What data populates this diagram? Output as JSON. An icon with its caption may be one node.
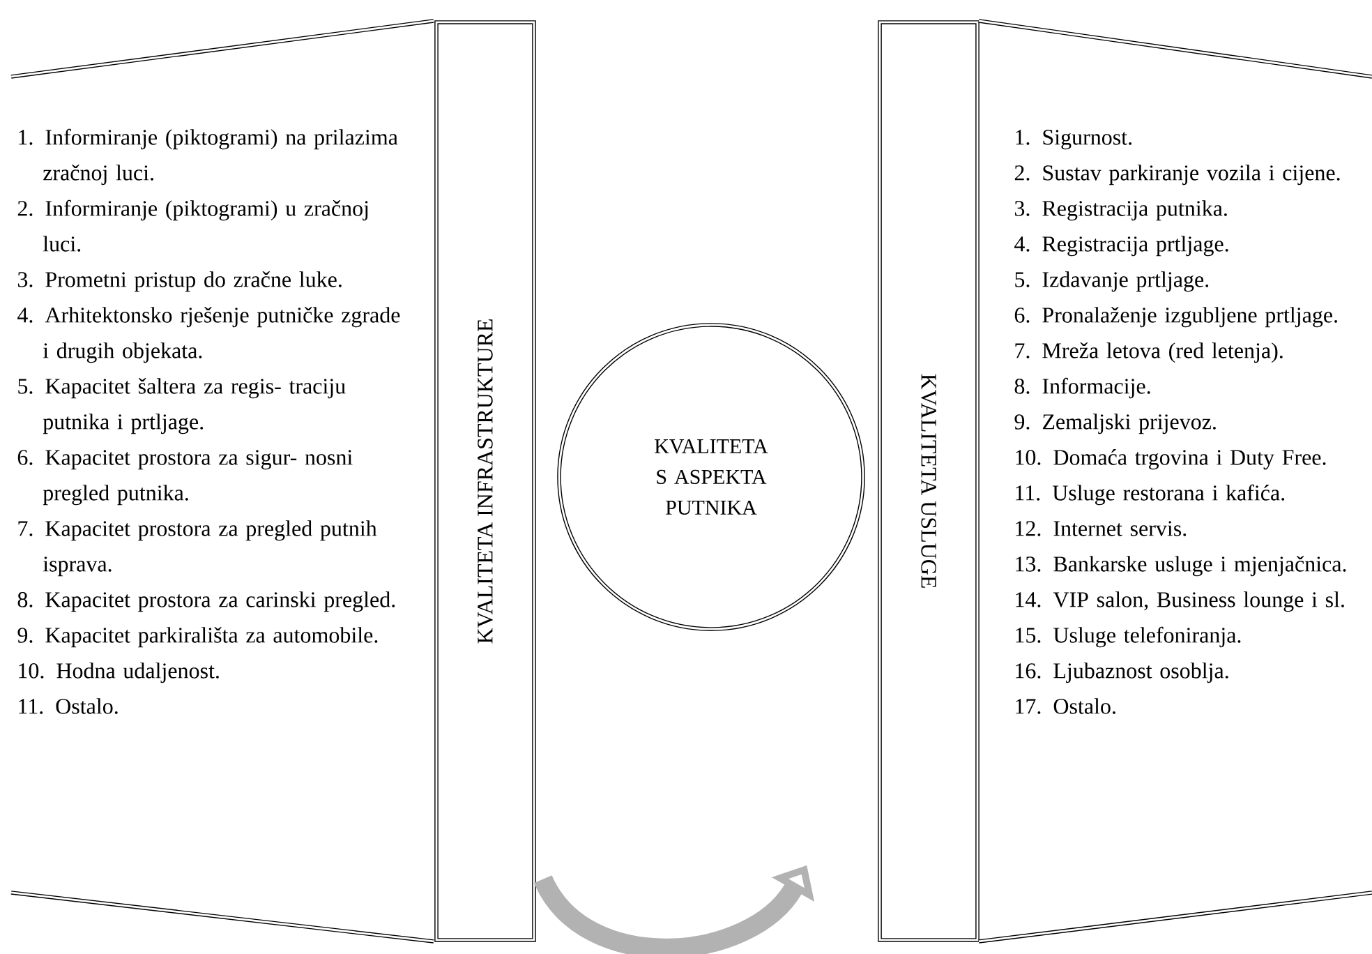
{
  "diagram": {
    "nodes": [
      {
        "text": [
          "1. Informiranje (piktogrami) na prilazima zračnoj luci.",
          "2. Informiranje (piktogrami) u zračnoj luci.",
          "3. Prometni pristup do zračne luke.",
          "4. Arhitektonsko rješenje putničke zgrade i drugih objekata.",
          "5. Kapacitet šaltera za regis- traciju putnika i prtljage.",
          "6. Kapacitet prostora za sigur- nosni pregled putnika.",
          "7. Kapacitet prostora za pregled putnih isprava.",
          "8. Kapacitet prostora za carinski pregled.",
          "9. Kapacitet parkirališta za automobile.",
          "10. Hodna udaljenost.",
          "11. Ostalo."
        ]
      },
      {
        "text": [
          "KVALITETA INFRASTRUKTURE"
        ]
      },
      {
        "text": [
          "KVALITETA S ASPEKTA PUTNIKA"
        ]
      },
      {
        "text": [
          "KVALITETA USLUGE"
        ]
      },
      {
        "text": [
          "1. Sigurnost.",
          "2. Sustav parkiranje vozila i cijene.",
          "3. Registracija putnika.",
          "4. Registracija prtljage.",
          "5. Izdavanje prtljage.",
          "6. Pronalaženje izgubljene prtljage.",
          "7. Mreža letova (red letenja).",
          "8. Informacije.",
          "9. Zemaljski prijevoz.",
          "10. Domaća trgovina i Duty Free.",
          "11. Usluge restorana i kafića.",
          "12. Internet servis.",
          "13. Bankarske usluge i mjenjačnica.",
          "14. VIP salon, Business lounge i sl.",
          "15. Usluge telefoniranja.",
          "16. Ljubaznost osoblja.",
          "17. Ostalo."
        ]
      }
    ],
    "edges": [
      {
        "from": 1,
        "to": 3,
        "arrow": "to"
      }
    ]
  }
}
